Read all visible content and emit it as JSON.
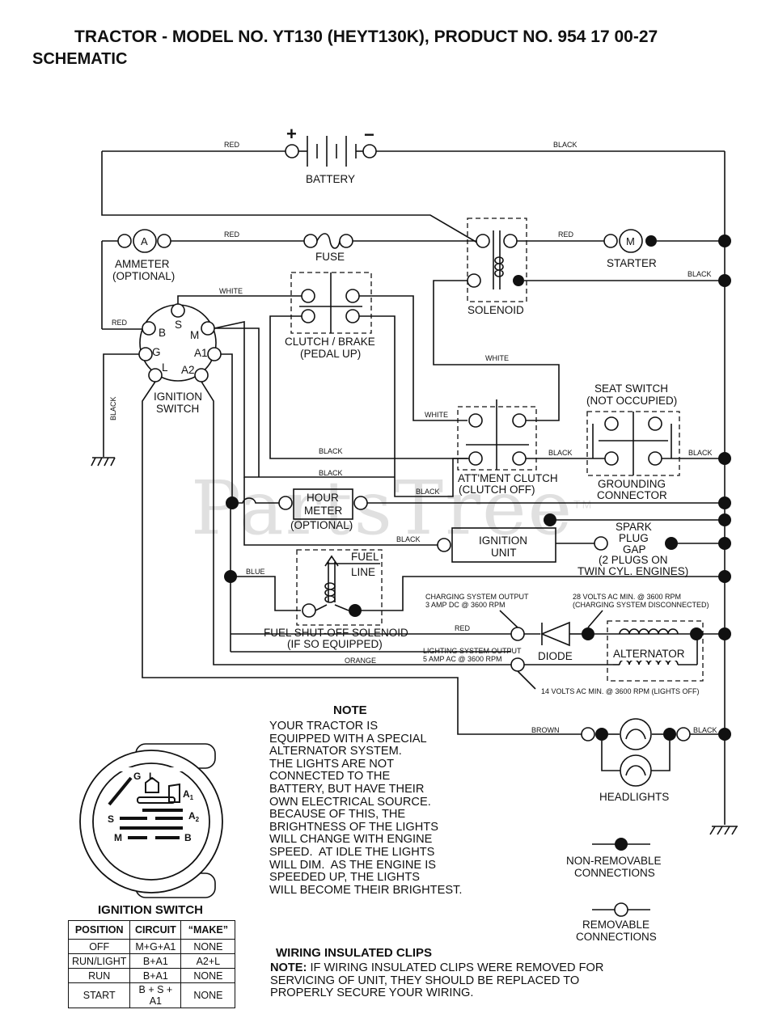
{
  "header": {
    "title": "TRACTOR - MODEL NO. YT130 (HEYT130K), PRODUCT NO. 954 17 00-27",
    "subtitle": "SCHEMATIC"
  },
  "watermark": {
    "text": "PartsTree",
    "tm": "TM"
  },
  "components": {
    "battery": "BATTERY",
    "battery_plus": "+",
    "battery_minus": "−",
    "ammeter_symbol": "A",
    "ammeter_1": "AMMETER",
    "ammeter_2": "(OPTIONAL)",
    "fuse": "FUSE",
    "starter_symbol": "M",
    "starter": "STARTER",
    "solenoid": "SOLENOID",
    "clutch_brake_1": "CLUTCH / BRAKE",
    "clutch_brake_2": "(PEDAL UP)",
    "ignition_switch_1": "IGNITION",
    "ignition_switch_2": "SWITCH",
    "terminal_s": "S",
    "terminal_b": "B",
    "terminal_m": "M",
    "terminal_g": "G",
    "terminal_a1": "A1",
    "terminal_l": "L",
    "terminal_a2": "A2",
    "seat_switch_1": "SEAT SWITCH",
    "seat_switch_2": "(NOT OCCUPIED)",
    "attment_clutch_1": "ATT'MENT CLUTCH",
    "attment_clutch_2": "(CLUTCH OFF)",
    "grounding_1": "GROUNDING",
    "grounding_2": "CONNECTOR",
    "hour_meter_1": "HOUR",
    "hour_meter_2": "METER",
    "hour_meter_3": "(OPTIONAL)",
    "ignition_unit_1": "IGNITION",
    "ignition_unit_2": "UNIT",
    "spark_1": "SPARK",
    "spark_2": "PLUG",
    "spark_3": "GAP",
    "spark_4": "(2 PLUGS ON",
    "spark_5": "TWIN CYL. ENGINES)",
    "fuel_line_1": "FUEL",
    "fuel_line_2": "LINE",
    "fuel_solenoid_1": "FUEL SHUT-OFF SOLENOID",
    "fuel_solenoid_2": "(IF SO EQUIPPED)",
    "diode": "DIODE",
    "alternator": "ALTERNATOR",
    "headlights": "HEADLIGHTS",
    "charging_out_1": "CHARGING SYSTEM OUTPUT",
    "charging_out_2": "3 AMP DC @ 3600 RPM",
    "volts28_1": "28 VOLTS AC MIN. @ 3600 RPM",
    "volts28_2": "(CHARGING SYSTEM DISCONNECTED)",
    "lighting_out_1": "LIGHTING SYSTEM OUTPUT",
    "lighting_out_2": "5 AMP AC @ 3600 RPM",
    "volts14": "14 VOLTS AC MIN. @ 3600 RPM (LIGHTS OFF)"
  },
  "wires": {
    "red": "RED",
    "black": "BLACK",
    "white": "WHITE",
    "blue": "BLUE",
    "orange": "ORANGE",
    "brown": "BROWN"
  },
  "legend": {
    "non_removable_1": "NON-REMOVABLE",
    "non_removable_2": "CONNECTIONS",
    "removable_1": "REMOVABLE",
    "removable_2": "CONNECTIONS"
  },
  "note": {
    "heading": "NOTE",
    "body": "YOUR TRACTOR IS\nEQUIPPED WITH A SPECIAL\nALTERNATOR SYSTEM.\nTHE LIGHTS ARE NOT\nCONNECTED TO THE\nBATTERY, BUT HAVE THEIR\nOWN ELECTRICAL SOURCE.\nBECAUSE OF THIS, THE\nBRIGHTNESS OF THE LIGHTS\nWILL CHANGE WITH ENGINE\nSPEED.  AT IDLE THE LIGHTS\nWILL DIM.  AS THE ENGINE IS\nSPEEDED UP, THE LIGHTS\nWILL BECOME THEIR BRIGHTEST."
  },
  "clips": {
    "heading": "WIRING INSULATED CLIPS",
    "note_label": "NOTE:",
    "body_first": " IF WIRING INSULATED CLIPS WERE REMOVED FOR",
    "body_rest": "SERVICING OF UNIT, THEY SHOULD BE REPLACED TO\nPROPERLY SECURE YOUR WIRING."
  },
  "switch_face": {
    "g": "G",
    "l": "L",
    "a1": "A",
    "a1_sub": "1",
    "s": "S",
    "a2": "A",
    "a2_sub": "2",
    "m": "M",
    "b": "B"
  },
  "switch_table": {
    "title": "IGNITION SWITCH",
    "headers": [
      "POSITION",
      "CIRCUIT",
      "“MAKE”"
    ],
    "rows": [
      [
        "OFF",
        "M+G+A1",
        "NONE"
      ],
      [
        "RUN/LIGHT",
        "B+A1",
        "A2+L"
      ],
      [
        "RUN",
        "B+A1",
        "NONE"
      ],
      [
        "START",
        "B + S + A1",
        "NONE"
      ]
    ]
  }
}
